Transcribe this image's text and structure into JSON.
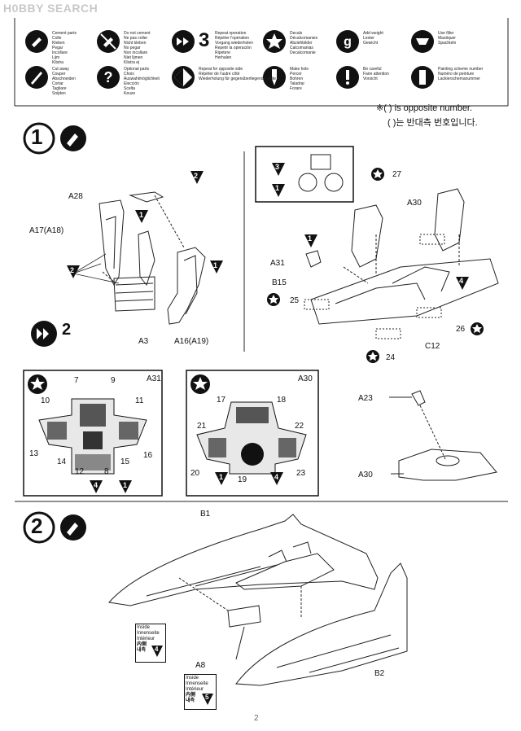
{
  "watermark": "H0BBY SEARCH",
  "legend": {
    "cement": {
      "label_lines": [
        "Cement parts",
        "Colle",
        "Kleben",
        "Pegar",
        "Incollare",
        "Lijm",
        "Klistra"
      ]
    },
    "no_cement": {
      "label_lines": [
        "Do not cement",
        "Ne pas coller",
        "Nicht kleben",
        "No pegar",
        "Non incollare",
        "Niet lijmen",
        "Klistra ej"
      ]
    },
    "repeat_count": "3",
    "repeat": {
      "label_lines": [
        "Repeat operation",
        "Répéter l'opération",
        "Vorgang wiederholen",
        "Repetir la operación",
        "Ripetere",
        "Herhalen"
      ]
    },
    "decal": {
      "label_lines": [
        "Decals",
        "Décalcomanies",
        "Abziehbilder",
        "Calcomanias",
        "Decalcomanie"
      ]
    },
    "weight": {
      "label_lines": [
        "Add weight",
        "Lester",
        "Gewicht"
      ]
    },
    "use_filler": {
      "label_lines": [
        "Use filler",
        "Mastiquer",
        "Spachteln"
      ]
    },
    "cut": {
      "label_lines": [
        "Cut away",
        "Couper",
        "Abschneiden",
        "Cortar",
        "Tagliare",
        "Snijden"
      ]
    },
    "option": {
      "label_lines": [
        "Optional parts",
        "Choix",
        "Auswahlmöglichkeit",
        "Elección",
        "Scelta",
        "Keuze"
      ]
    },
    "opposite": {
      "label_lines": [
        "Repeat for opposite side",
        "Répéter de l'autre côté",
        "Wiederholung für gegenüberliegende Seite"
      ]
    },
    "drill": {
      "label_lines": [
        "Make hole",
        "Percer",
        "Bohren",
        "Taladrar",
        "Forare"
      ]
    },
    "caution": {
      "label_lines": [
        "Be careful",
        "Faire attention",
        "Vorsicht"
      ]
    },
    "paint": {
      "label_lines": [
        "Painting scheme number",
        "Numéro de peinture",
        "Lackierschemanummer"
      ]
    }
  },
  "notes": {
    "opposite_en": "※( ) is opposite number.",
    "opposite_ko": "( )는 반대측 번호입니다."
  },
  "step1": {
    "number": "1",
    "sub_number": "2",
    "labels": {
      "a28": "A28",
      "a17": "A17(A18)",
      "a3": "A3",
      "a16": "A16(A19)",
      "a31": "A31",
      "b15": "B15",
      "a30": "A30",
      "c12": "C12",
      "n27": "27",
      "n25": "25",
      "n26": "26",
      "n24": "24"
    },
    "badges": {
      "b2": "2",
      "b1": "1",
      "b4": "4",
      "b3": "3"
    }
  },
  "panel_a31": {
    "title": "A31",
    "callouts": [
      "7",
      "9",
      "10",
      "11",
      "13",
      "14",
      "12",
      "8",
      "15",
      "16"
    ],
    "badges": [
      "4",
      "1"
    ]
  },
  "panel_a30": {
    "title": "A30",
    "callouts": [
      "17",
      "18",
      "21",
      "22",
      "20",
      "19",
      "23"
    ],
    "badges": [
      "1",
      "4"
    ]
  },
  "stick": {
    "a23": "A23",
    "a30": "A30"
  },
  "step2": {
    "number": "2",
    "labels": {
      "b1": "B1",
      "b2": "B2",
      "a8": "A8"
    },
    "inside1": {
      "lines": [
        "Inside",
        "Innenseite",
        "Intérieur"
      ],
      "korean": "내측",
      "french": "内側",
      "badge": "4"
    },
    "inside2": {
      "lines": [
        "Inside",
        "Innenseite",
        "Intérieur"
      ],
      "korean": "내측",
      "french": "内側",
      "badge": "5"
    }
  },
  "page_number": "2"
}
